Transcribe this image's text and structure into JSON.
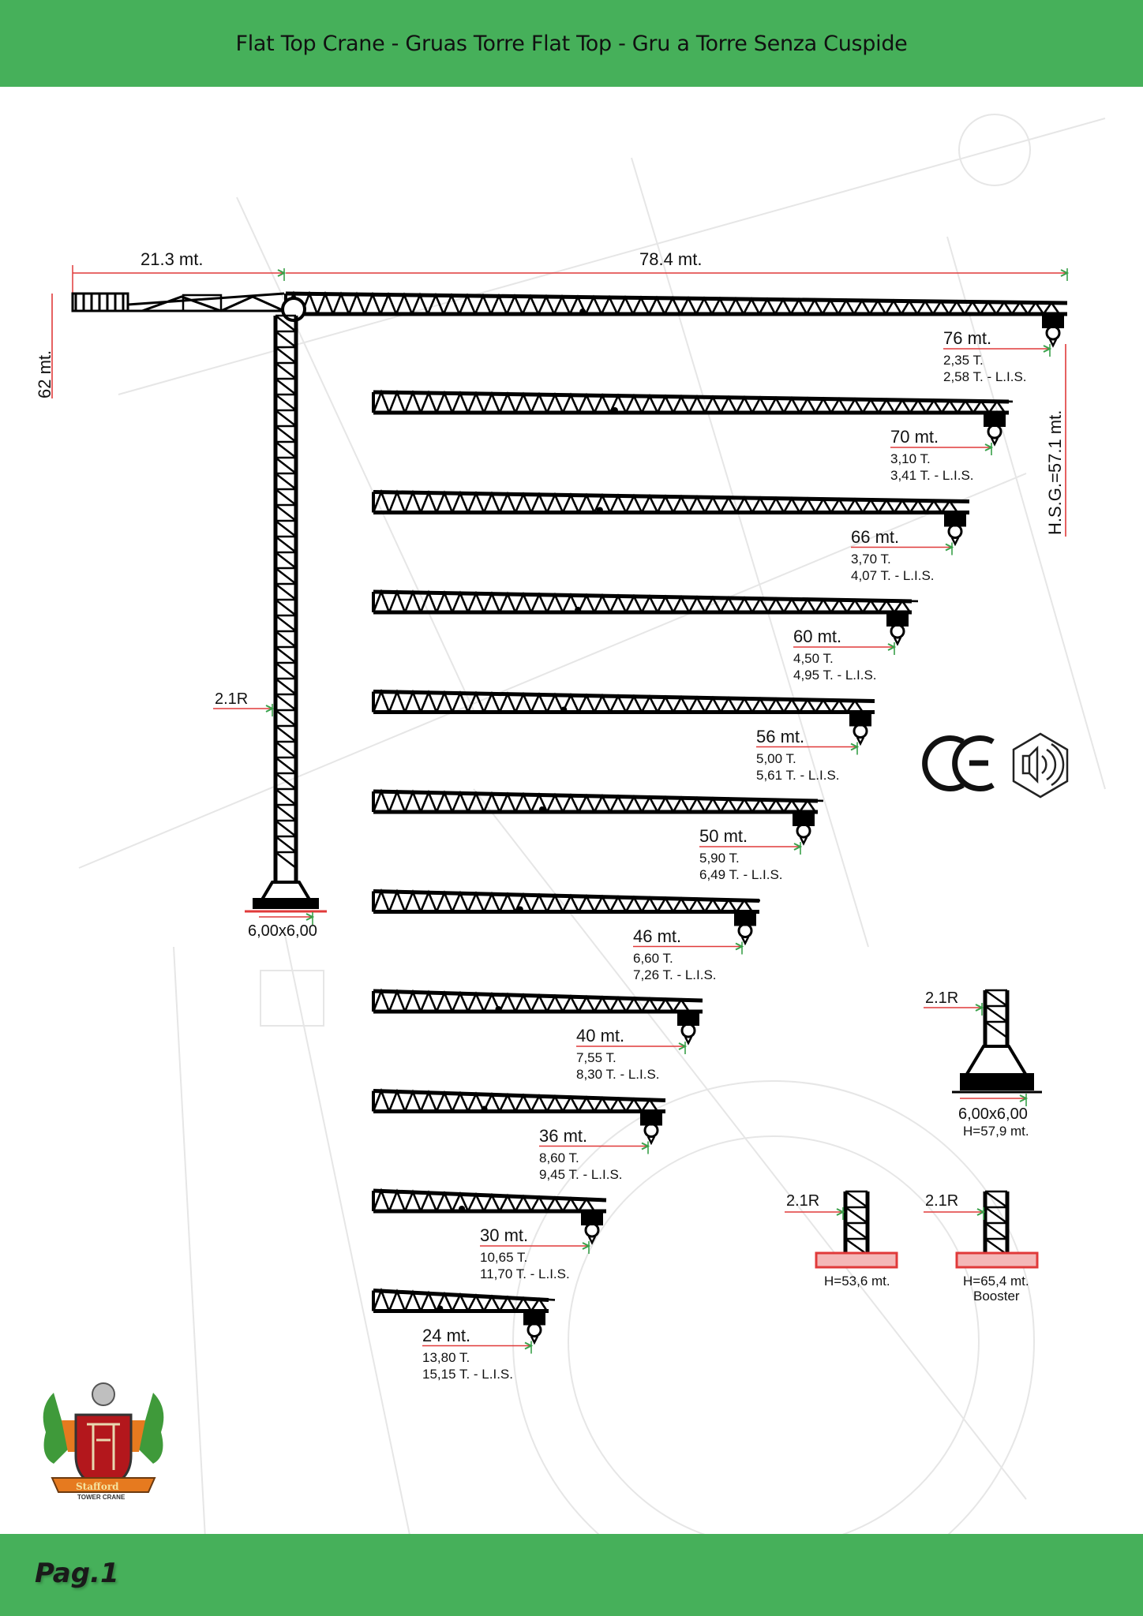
{
  "header": {
    "title": "Flat Top Crane - Gruas Torre Flat Top - Gru a Torre Senza Cuspide"
  },
  "footer": {
    "page": "Pag.1"
  },
  "main_crane": {
    "counter_jib": "21.3 mt.",
    "jib": "78.4 mt.",
    "height_left": "62 mt.",
    "hsg": "H.S.G.=57.1 mt.",
    "mast": "2.1R",
    "base": "6,00x6,00"
  },
  "jibs": [
    {
      "length": "76 mt.",
      "load": "2,35 T.",
      "load_lis": "2,58 T. - L.I.S."
    },
    {
      "length": "70 mt.",
      "load": "3,10 T.",
      "load_lis": "3,41 T. - L.I.S."
    },
    {
      "length": "66 mt.",
      "load": "3,70 T.",
      "load_lis": "4,07 T. - L.I.S."
    },
    {
      "length": "60 mt.",
      "load": "4,50 T.",
      "load_lis": "4,95 T. - L.I.S."
    },
    {
      "length": "56 mt.",
      "load": "5,00 T.",
      "load_lis": "5,61 T. - L.I.S."
    },
    {
      "length": "50 mt.",
      "load": "5,90 T.",
      "load_lis": "6,49 T. - L.I.S."
    },
    {
      "length": "46 mt.",
      "load": "6,60 T.",
      "load_lis": "7,26 T. - L.I.S."
    },
    {
      "length": "40 mt.",
      "load": "7,55 T.",
      "load_lis": "8,30 T. - L.I.S."
    },
    {
      "length": "36 mt.",
      "load": "8,60 T.",
      "load_lis": "9,45 T. - L.I.S."
    },
    {
      "length": "30 mt.",
      "load": "10,65 T.",
      "load_lis": "11,70 T. - L.I.S."
    },
    {
      "length": "24 mt.",
      "load": "13,80 T.",
      "load_lis": "15,15 T. - L.I.S."
    }
  ],
  "bases": [
    {
      "mast": "2.1R",
      "size": "6,00x6,00",
      "height": "H=57,9 mt.",
      "note": ""
    },
    {
      "mast": "2.1R",
      "size": "",
      "height": "H=53,6 mt.",
      "note": ""
    },
    {
      "mast": "2.1R",
      "size": "",
      "height": "H=65,4 mt.",
      "note": "Booster"
    }
  ],
  "certifications": {
    "ce": "CE",
    "noise": "noise-level-icon"
  },
  "logo": {
    "name": "Stafford",
    "subtitle": "TOWER CRANE"
  },
  "colors": {
    "band": "#46b05a",
    "dimension": "#e03a3a",
    "arrow": "#3aa04a"
  }
}
